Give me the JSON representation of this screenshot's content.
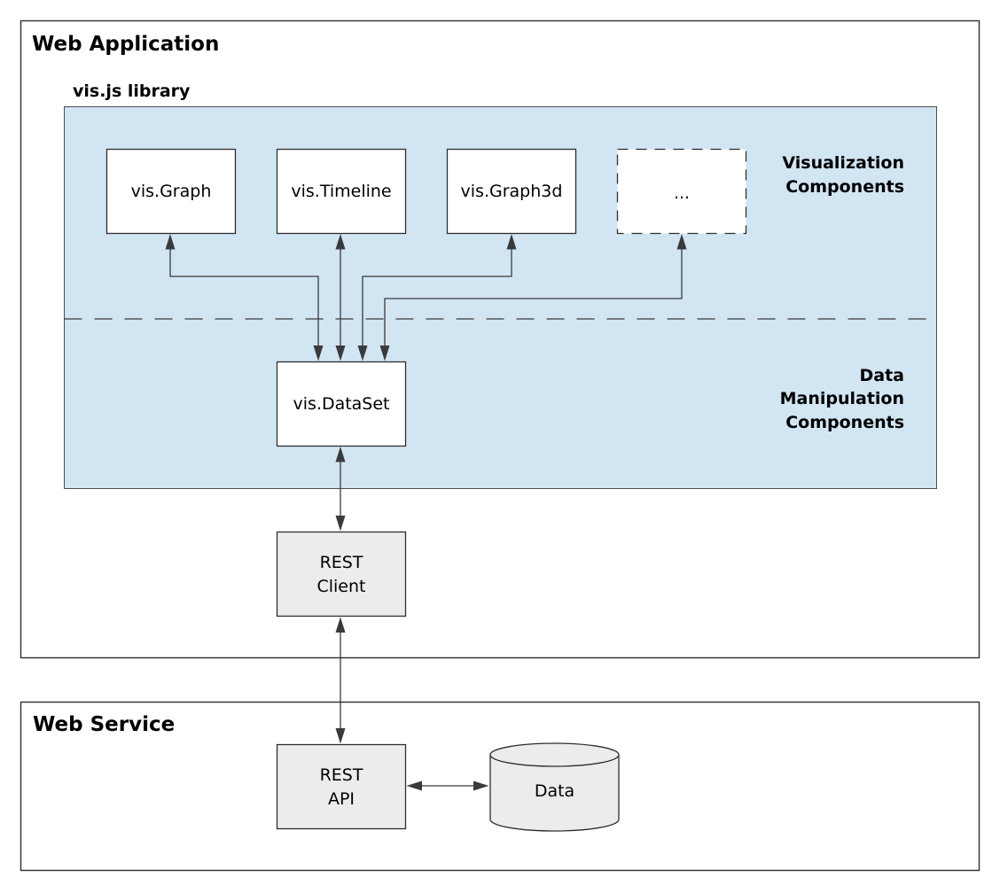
{
  "colors": {
    "library_fill": "#d2e5f3",
    "component_fill": "#ffffff",
    "service_fill": "#ececec",
    "line": "#3a3a3a"
  },
  "web_application": {
    "title": "Web Application",
    "library_label": "vis.js library",
    "component_labels": [
      "vis.Graph",
      "vis.Timeline",
      "vis.Graph3d",
      "..."
    ],
    "dataset_label": "vis.DataSet",
    "visualization_region_label": [
      "Visualization",
      "Components"
    ],
    "data_region_label": [
      "Data",
      "Manipulation",
      "Components"
    ],
    "rest_client_label": [
      "REST",
      "Client"
    ]
  },
  "web_service": {
    "title": "Web Service",
    "rest_api_label": [
      "REST",
      "API"
    ],
    "data_store_label": "Data"
  }
}
